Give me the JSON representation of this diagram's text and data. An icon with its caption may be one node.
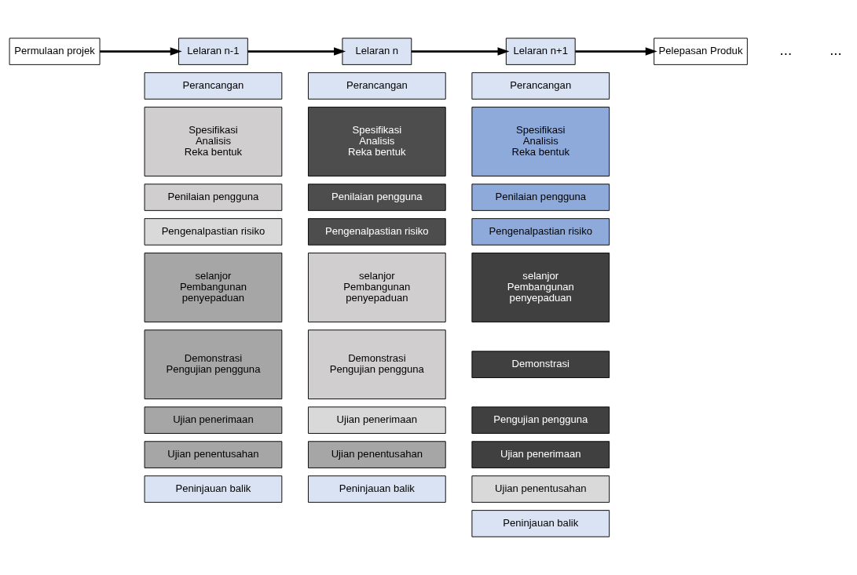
{
  "diagram": {
    "nodes": [
      {
        "text": [
          "Permulaan projek"
        ]
      },
      {
        "text": [
          "Lelaran n-1"
        ]
      },
      {
        "text": [
          "Lelaran n"
        ]
      },
      {
        "text": [
          "Lelaran n+1"
        ]
      },
      {
        "text": [
          "Pelepasan Produk"
        ]
      },
      {
        "text": [
          "Perancangan"
        ]
      },
      {
        "text": [
          "Spesifikasi",
          "Analisis",
          "Reka bentuk"
        ]
      },
      {
        "text": [
          "Penilaian pengguna"
        ]
      },
      {
        "text": [
          "Pengenalpastian risiko"
        ]
      },
      {
        "text": [
          "selanjor",
          "Pembangunan",
          "penyepaduan"
        ]
      },
      {
        "text": [
          "Demonstrasi",
          "Pengujian pengguna"
        ]
      },
      {
        "text": [
          "Ujian penerimaan"
        ]
      },
      {
        "text": [
          "Ujian penentusahan"
        ]
      },
      {
        "text": [
          "Peninjauan balik"
        ]
      },
      {
        "text": [
          "Perancangan"
        ]
      },
      {
        "text": [
          "Spesifikasi",
          "Analisis",
          "Reka bentuk"
        ]
      },
      {
        "text": [
          "Penilaian pengguna"
        ]
      },
      {
        "text": [
          "Pengenalpastian risiko"
        ]
      },
      {
        "text": [
          "selanjor",
          "Pembangunan",
          "penyepaduan"
        ]
      },
      {
        "text": [
          "Demonstrasi",
          "Pengujian pengguna"
        ]
      },
      {
        "text": [
          "Ujian penerimaan"
        ]
      },
      {
        "text": [
          "Ujian penentusahan"
        ]
      },
      {
        "text": [
          "Peninjauan balik"
        ]
      },
      {
        "text": [
          "Perancangan"
        ]
      },
      {
        "text": [
          "Spesifikasi",
          "Analisis",
          "Reka bentuk"
        ]
      },
      {
        "text": [
          "Penilaian pengguna"
        ]
      },
      {
        "text": [
          "Pengenalpastian risiko"
        ]
      },
      {
        "text": [
          "selanjor",
          "Pembangunan",
          "penyepaduan"
        ]
      },
      {
        "text": [
          "Demonstrasi"
        ]
      },
      {
        "text": [
          "Pengujian pengguna"
        ]
      },
      {
        "text": [
          "Ujian penerimaan"
        ]
      },
      {
        "text": [
          "Ujian penentusahan"
        ]
      },
      {
        "text": [
          "Peninjauan balik"
        ]
      }
    ],
    "edges": [
      {
        "from": 0,
        "to": 1,
        "arrow": "to"
      },
      {
        "from": 1,
        "to": 2,
        "arrow": "to"
      },
      {
        "from": 2,
        "to": 3,
        "arrow": "to"
      },
      {
        "from": 3,
        "to": 4,
        "arrow": "to"
      }
    ],
    "labels": [
      "...",
      "..."
    ]
  }
}
